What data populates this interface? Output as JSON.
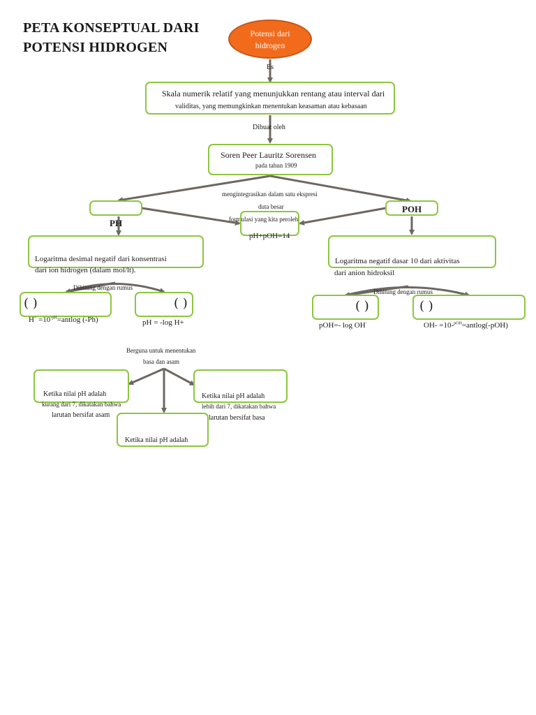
{
  "title_line1": "PETA KONSEPTUAL DARI",
  "title_line2": "POTENSI HIDROGEN",
  "oval_text_1": "Potensi dari",
  "oval_text_2": "hidrogen",
  "link_es": "Es",
  "def_line1": "Skala numerik relatif yang menunjukkan rentang atau interval dari",
  "def_line2": "validitas, yang memungkinkan menentukan keasaman atau kebasaan",
  "link_dibuat": "Dibuat oleh",
  "sorensen_name": "Soren Peer Lauritz Sorensen",
  "sorensen_year": "pada tahun 1909",
  "mid_label_1": "mengintegrasikan dalam satu ekspresi",
  "mid_label_2": "duta besar",
  "mid_label_3": "formulasi yang kita peroleh",
  "ph_poh_sum": "pH+pOH=14",
  "ph_label": "PH",
  "poh_label": "POH",
  "ph_def_1": "Logaritma desimal negatif dari konsentrasi",
  "ph_def_2": "dari ion hidrogen (dalam mol/lt).",
  "poh_def_1": "Logaritma negatif dasar 10 dari aktivitas",
  "poh_def_2": "dari anion hidroksil",
  "rumus_left": "Dihitung dengan rumus",
  "rumus_right": "Dihitung dengan rumus",
  "paren_pair": "( )",
  "formula_h_prefix": "H",
  "formula_h_sup1": "+",
  "formula_h_mid": " =10",
  "formula_h_sup2": "-pH",
  "formula_h_suffix": "=antlog (-Ph)",
  "formula_ph": "pH = -log H+",
  "formula_poh": "pOH=- log OH",
  "formula_poh_sup": "-",
  "formula_oh_prefix": "OH- =10-",
  "formula_oh_sup": "pOH",
  "formula_oh_suffix": "=antlog(-pOH)",
  "berguna_1": "Berguna untuk menentukan",
  "berguna_2": "basa dan asam",
  "acid_1": "Ketika nilai pH adalah",
  "acid_2": "kurang dari 7, dikatakan bahwa",
  "acid_3": "larutan bersifat asam",
  "base_1": "Ketika nilai pH adalah",
  "base_2": "lebih dari 7, dikatakan bahwa",
  "base_3": "larutan bersifat basa",
  "neutral_1": "Ketika nilai pH adalah",
  "colors": {
    "box_border": "#8cc63f",
    "oval_fill": "#f26b1d",
    "arrow": "#6d6762"
  }
}
